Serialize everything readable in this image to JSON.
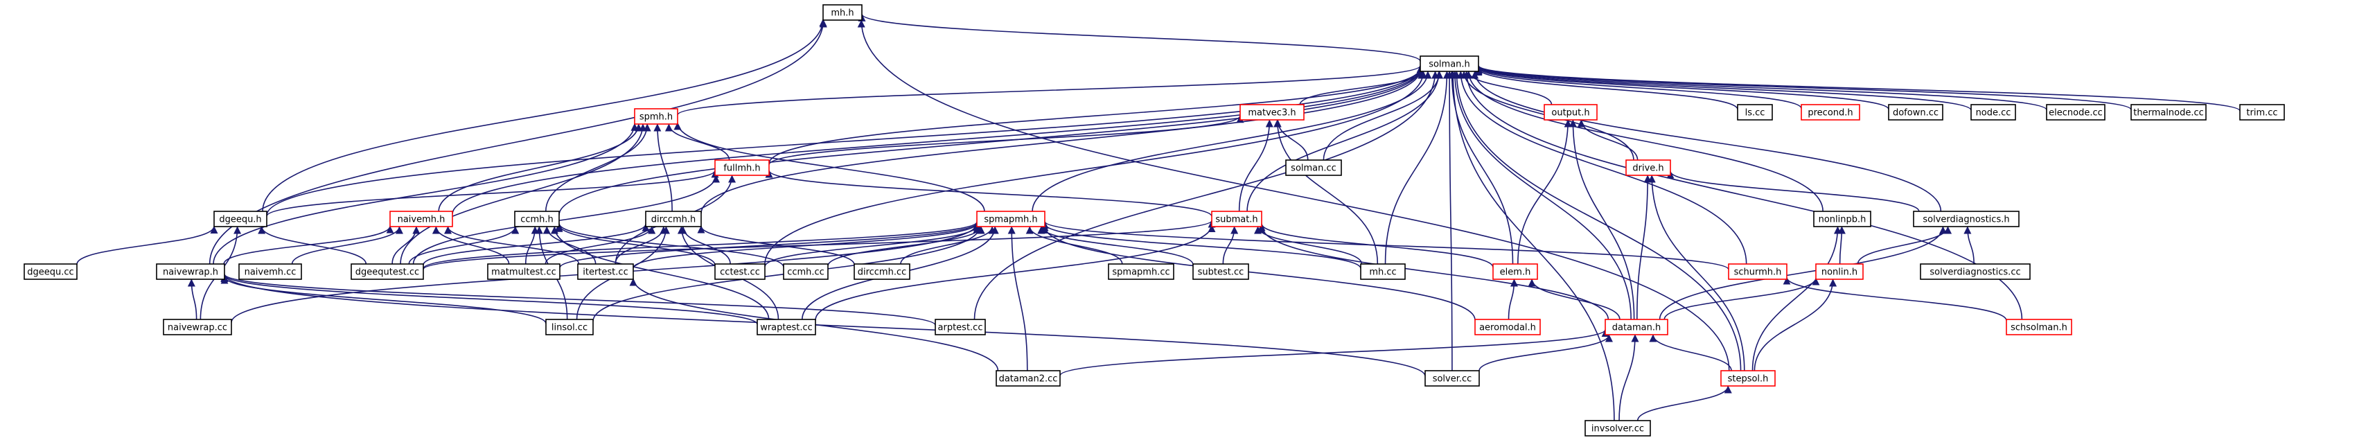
{
  "colors": {
    "edge": "#191970",
    "box_normal": "#000000",
    "box_truncated": "#ff0000",
    "box_focus_fill": "#bfbfbf",
    "box_fill": "#ffffff"
  },
  "nodes": [
    {
      "id": "mh_h",
      "label": "mh.h",
      "style": "focus"
    },
    {
      "id": "solman_h",
      "label": "solman.h",
      "style": "normal"
    },
    {
      "id": "spmh_h",
      "label": "spmh.h",
      "style": "truncated"
    },
    {
      "id": "matvec3_h",
      "label": "matvec3.h",
      "style": "truncated"
    },
    {
      "id": "output_h",
      "label": "output.h",
      "style": "truncated"
    },
    {
      "id": "ls_cc",
      "label": "ls.cc",
      "style": "normal"
    },
    {
      "id": "precond_h",
      "label": "precond.h",
      "style": "truncated"
    },
    {
      "id": "dofown_cc",
      "label": "dofown.cc",
      "style": "normal"
    },
    {
      "id": "node_cc",
      "label": "node.cc",
      "style": "normal"
    },
    {
      "id": "elecnode_cc",
      "label": "elecnode.cc",
      "style": "normal"
    },
    {
      "id": "thermalnode_cc",
      "label": "thermalnode.cc",
      "style": "normal"
    },
    {
      "id": "trim_cc",
      "label": "trim.cc",
      "style": "normal"
    },
    {
      "id": "fullmh_h",
      "label": "fullmh.h",
      "style": "truncated"
    },
    {
      "id": "solman_cc",
      "label": "solman.cc",
      "style": "normal"
    },
    {
      "id": "drive_h",
      "label": "drive.h",
      "style": "truncated"
    },
    {
      "id": "dgeequ_h",
      "label": "dgeequ.h",
      "style": "normal"
    },
    {
      "id": "naivemh_h",
      "label": "naivemh.h",
      "style": "truncated"
    },
    {
      "id": "ccmh_h",
      "label": "ccmh.h",
      "style": "normal"
    },
    {
      "id": "dirccmh_h",
      "label": "dirccmh.h",
      "style": "normal"
    },
    {
      "id": "spmapmh_h",
      "label": "spmapmh.h",
      "style": "truncated"
    },
    {
      "id": "submat_h",
      "label": "submat.h",
      "style": "truncated"
    },
    {
      "id": "nonlinpb_h",
      "label": "nonlinpb.h",
      "style": "normal"
    },
    {
      "id": "solverdiagnostics_h",
      "label": "solverdiagnostics.h",
      "style": "normal"
    },
    {
      "id": "dgeequ_cc",
      "label": "dgeequ.cc",
      "style": "normal"
    },
    {
      "id": "naivewrap_h",
      "label": "naivewrap.h",
      "style": "normal"
    },
    {
      "id": "naivemh_cc",
      "label": "naivemh.cc",
      "style": "normal"
    },
    {
      "id": "dgeequtest_cc",
      "label": "dgeequtest.cc",
      "style": "normal"
    },
    {
      "id": "matmultest_cc",
      "label": "matmultest.cc",
      "style": "normal"
    },
    {
      "id": "itertest_cc",
      "label": "itertest.cc",
      "style": "normal"
    },
    {
      "id": "cctest_cc",
      "label": "cctest.cc",
      "style": "normal"
    },
    {
      "id": "ccmh_cc",
      "label": "ccmh.cc",
      "style": "normal"
    },
    {
      "id": "dirccmh_cc",
      "label": "dirccmh.cc",
      "style": "normal"
    },
    {
      "id": "spmapmh_cc",
      "label": "spmapmh.cc",
      "style": "normal"
    },
    {
      "id": "subtest_cc",
      "label": "subtest.cc",
      "style": "normal"
    },
    {
      "id": "mh_cc",
      "label": "mh.cc",
      "style": "normal"
    },
    {
      "id": "elem_h",
      "label": "elem.h",
      "style": "truncated"
    },
    {
      "id": "schurmh_h",
      "label": "schurmh.h",
      "style": "truncated"
    },
    {
      "id": "nonlin_h",
      "label": "nonlin.h",
      "style": "truncated"
    },
    {
      "id": "solverdiagnostics_cc",
      "label": "solverdiagnostics.cc",
      "style": "normal"
    },
    {
      "id": "naivewrap_cc",
      "label": "naivewrap.cc",
      "style": "normal"
    },
    {
      "id": "linsol_cc",
      "label": "linsol.cc",
      "style": "normal"
    },
    {
      "id": "wraptest_cc",
      "label": "wraptest.cc",
      "style": "normal"
    },
    {
      "id": "arptest_cc",
      "label": "arptest.cc",
      "style": "normal"
    },
    {
      "id": "aeromodal_h",
      "label": "aeromodal.h",
      "style": "truncated"
    },
    {
      "id": "dataman_h",
      "label": "dataman.h",
      "style": "truncated"
    },
    {
      "id": "schsolman_h",
      "label": "schsolman.h",
      "style": "truncated"
    },
    {
      "id": "dataman2_cc",
      "label": "dataman2.cc",
      "style": "normal"
    },
    {
      "id": "solver_cc",
      "label": "solver.cc",
      "style": "normal"
    },
    {
      "id": "stepsol_h",
      "label": "stepsol.h",
      "style": "truncated"
    },
    {
      "id": "invsolver_cc",
      "label": "invsolver.cc",
      "style": "normal"
    }
  ],
  "edges": [
    [
      "solman_h",
      "mh_h"
    ],
    [
      "dgeequ_h",
      "mh_h"
    ],
    [
      "naivewrap_h",
      "mh_h"
    ],
    [
      "stepsol_h",
      "mh_h"
    ],
    [
      "spmh_h",
      "solman_h"
    ],
    [
      "matvec3_h",
      "solman_h"
    ],
    [
      "output_h",
      "solman_h"
    ],
    [
      "ls_cc",
      "solman_h"
    ],
    [
      "precond_h",
      "solman_h"
    ],
    [
      "dofown_cc",
      "solman_h"
    ],
    [
      "node_cc",
      "solman_h"
    ],
    [
      "elecnode_cc",
      "solman_h"
    ],
    [
      "thermalnode_cc",
      "solman_h"
    ],
    [
      "trim_cc",
      "solman_h"
    ],
    [
      "fullmh_h",
      "solman_h"
    ],
    [
      "solman_cc",
      "solman_h"
    ],
    [
      "drive_h",
      "solman_h"
    ],
    [
      "dgeequ_h",
      "solman_h"
    ],
    [
      "naivemh_h",
      "solman_h"
    ],
    [
      "ccmh_h",
      "solman_h"
    ],
    [
      "dirccmh_h",
      "solman_h"
    ],
    [
      "spmapmh_h",
      "solman_h"
    ],
    [
      "submat_h",
      "solman_h"
    ],
    [
      "nonlinpb_h",
      "solman_h"
    ],
    [
      "solverdiagnostics_h",
      "solman_h"
    ],
    [
      "mh_cc",
      "solman_h"
    ],
    [
      "elem_h",
      "solman_h"
    ],
    [
      "schurmh_h",
      "solman_h"
    ],
    [
      "dataman_h",
      "solman_h"
    ],
    [
      "arptest_cc",
      "solman_h"
    ],
    [
      "solver_cc",
      "solman_h"
    ],
    [
      "invsolver_cc",
      "solman_h"
    ],
    [
      "schsolman_h",
      "solman_h"
    ],
    [
      "stepsol_h",
      "solman_h"
    ],
    [
      "cctest_cc",
      "solman_h"
    ],
    [
      "fullmh_h",
      "spmh_h"
    ],
    [
      "naivemh_h",
      "spmh_h"
    ],
    [
      "ccmh_h",
      "spmh_h"
    ],
    [
      "dirccmh_h",
      "spmh_h"
    ],
    [
      "spmapmh_h",
      "spmh_h"
    ],
    [
      "naivewrap_h",
      "spmh_h"
    ],
    [
      "dgeequtest_cc",
      "spmh_h"
    ],
    [
      "fullmh_h",
      "matvec3_h"
    ],
    [
      "solman_cc",
      "matvec3_h"
    ],
    [
      "submat_h",
      "matvec3_h"
    ],
    [
      "mh_cc",
      "matvec3_h"
    ],
    [
      "drive_h",
      "output_h"
    ],
    [
      "elem_h",
      "output_h"
    ],
    [
      "dataman_h",
      "output_h"
    ],
    [
      "dgeequ_h",
      "fullmh_h"
    ],
    [
      "submat_h",
      "fullmh_h"
    ],
    [
      "dgeequtest_cc",
      "fullmh_h"
    ],
    [
      "itertest_cc",
      "fullmh_h"
    ],
    [
      "solverdiagnostics_h",
      "drive_h"
    ],
    [
      "dataman_h",
      "drive_h"
    ],
    [
      "stepsol_h",
      "drive_h"
    ],
    [
      "dgeequ_cc",
      "dgeequ_h"
    ],
    [
      "dgeequtest_cc",
      "dgeequ_h"
    ],
    [
      "naivewrap_cc",
      "dgeequ_h"
    ],
    [
      "naivewrap_h",
      "naivemh_h"
    ],
    [
      "naivemh_cc",
      "naivemh_h"
    ],
    [
      "dgeequtest_cc",
      "naivemh_h"
    ],
    [
      "matmultest_cc",
      "naivemh_h"
    ],
    [
      "itertest_cc",
      "naivemh_h"
    ],
    [
      "dgeequtest_cc",
      "ccmh_h"
    ],
    [
      "matmultest_cc",
      "ccmh_h"
    ],
    [
      "itertest_cc",
      "ccmh_h"
    ],
    [
      "cctest_cc",
      "ccmh_h"
    ],
    [
      "linsol_cc",
      "ccmh_h"
    ],
    [
      "wraptest_cc",
      "ccmh_h"
    ],
    [
      "ccmh_cc",
      "ccmh_h"
    ],
    [
      "dgeequtest_cc",
      "dirccmh_h"
    ],
    [
      "matmultest_cc",
      "dirccmh_h"
    ],
    [
      "itertest_cc",
      "dirccmh_h"
    ],
    [
      "cctest_cc",
      "dirccmh_h"
    ],
    [
      "dirccmh_cc",
      "dirccmh_h"
    ],
    [
      "linsol_cc",
      "dirccmh_h"
    ],
    [
      "wraptest_cc",
      "dirccmh_h"
    ],
    [
      "dgeequtest_cc",
      "spmapmh_h"
    ],
    [
      "matmultest_cc",
      "spmapmh_h"
    ],
    [
      "itertest_cc",
      "spmapmh_h"
    ],
    [
      "cctest_cc",
      "spmapmh_h"
    ],
    [
      "ccmh_cc",
      "spmapmh_h"
    ],
    [
      "dirccmh_cc",
      "spmapmh_h"
    ],
    [
      "spmapmh_cc",
      "spmapmh_h"
    ],
    [
      "subtest_cc",
      "spmapmh_h"
    ],
    [
      "mh_cc",
      "spmapmh_h"
    ],
    [
      "schurmh_h",
      "spmapmh_h"
    ],
    [
      "naivewrap_cc",
      "spmapmh_h"
    ],
    [
      "linsol_cc",
      "spmapmh_h"
    ],
    [
      "wraptest_cc",
      "spmapmh_h"
    ],
    [
      "aeromodal_h",
      "spmapmh_h"
    ],
    [
      "dataman2_cc",
      "spmapmh_h"
    ],
    [
      "dgeequtest_cc",
      "submat_h"
    ],
    [
      "subtest_cc",
      "submat_h"
    ],
    [
      "mh_cc",
      "submat_h"
    ],
    [
      "elem_h",
      "submat_h"
    ],
    [
      "wraptest_cc",
      "submat_h"
    ],
    [
      "dataman_h",
      "submat_h"
    ],
    [
      "nonlin_h",
      "nonlinpb_h"
    ],
    [
      "stepsol_h",
      "nonlinpb_h"
    ],
    [
      "nonlin_h",
      "solverdiagnostics_h"
    ],
    [
      "solverdiagnostics_cc",
      "solverdiagnostics_h"
    ],
    [
      "dataman_h",
      "solverdiagnostics_h"
    ],
    [
      "naivewrap_cc",
      "naivewrap_h"
    ],
    [
      "linsol_cc",
      "naivewrap_h"
    ],
    [
      "wraptest_cc",
      "naivewrap_h"
    ],
    [
      "arptest_cc",
      "naivewrap_h"
    ],
    [
      "solver_cc",
      "naivewrap_h"
    ],
    [
      "aeromodal_h",
      "elem_h"
    ],
    [
      "dataman_h",
      "elem_h"
    ],
    [
      "schsolman_h",
      "schurmh_h"
    ],
    [
      "dataman_h",
      "nonlin_h"
    ],
    [
      "stepsol_h",
      "nonlin_h"
    ],
    [
      "dataman2_cc",
      "dataman_h"
    ],
    [
      "solver_cc",
      "dataman_h"
    ],
    [
      "stepsol_h",
      "dataman_h"
    ],
    [
      "invsolver_cc",
      "dataman_h"
    ],
    [
      "invsolver_cc",
      "stepsol_h"
    ],
    [
      "dataman2_cc",
      "itertest_cc"
    ]
  ]
}
